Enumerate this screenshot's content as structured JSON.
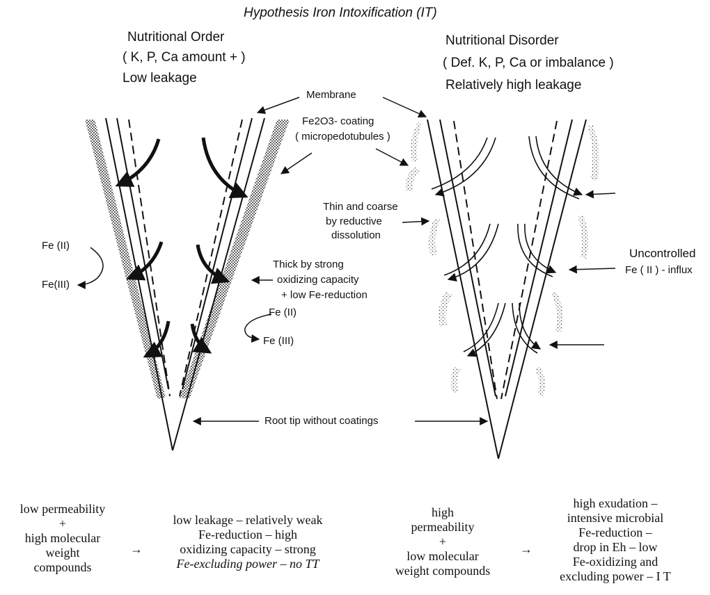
{
  "title": "Hypothesis Iron Intoxification (IT)",
  "left_panel": {
    "heading": "Nutritional Order",
    "sub1": "( K, P, Ca amount + )",
    "sub2": "Low leakage"
  },
  "right_panel": {
    "heading": "Nutritional Disorder",
    "sub1": "( Def. K, P, Ca or imbalance )",
    "sub2": "Relatively high leakage"
  },
  "labels": {
    "membrane": "Membrane",
    "coating_line1": "Fe2O3- coating",
    "coating_line2": "( micropedotubules )",
    "thin_line1": "Thin and coarse",
    "thin_line2": "by reductive",
    "thin_line3": "dissolution",
    "thick_line1": "Thick by strong",
    "thick_line2": "oxidizing capacity",
    "thick_line3": "+ low Fe-reduction",
    "fe2_left": "Fe (II)",
    "fe3_left": "Fe(III)",
    "fe2_mid": "Fe (II)",
    "fe3_mid": "Fe (III)",
    "uncontrolled_line1": "Uncontrolled",
    "uncontrolled_line2": "Fe ( II ) - influx",
    "root_tip": "Root tip without coatings"
  },
  "bottom": {
    "block1": [
      "low permeability",
      "+",
      "high molecular",
      "weight",
      "compounds"
    ],
    "arrow1": "→",
    "block2": [
      "low leakage – relatively weak",
      "Fe-reduction – high",
      "oxidizing capacity – strong",
      "Fe-excluding power – no TT"
    ],
    "block3": [
      "high",
      "permeability",
      "+",
      "low molecular",
      "weight compounds"
    ],
    "arrow2": "→",
    "block4": [
      "high exudation –",
      "intensive microbial",
      "Fe-reduction –",
      "drop in Eh – low",
      "Fe-oxidizing and",
      "excluding power – I T"
    ]
  }
}
